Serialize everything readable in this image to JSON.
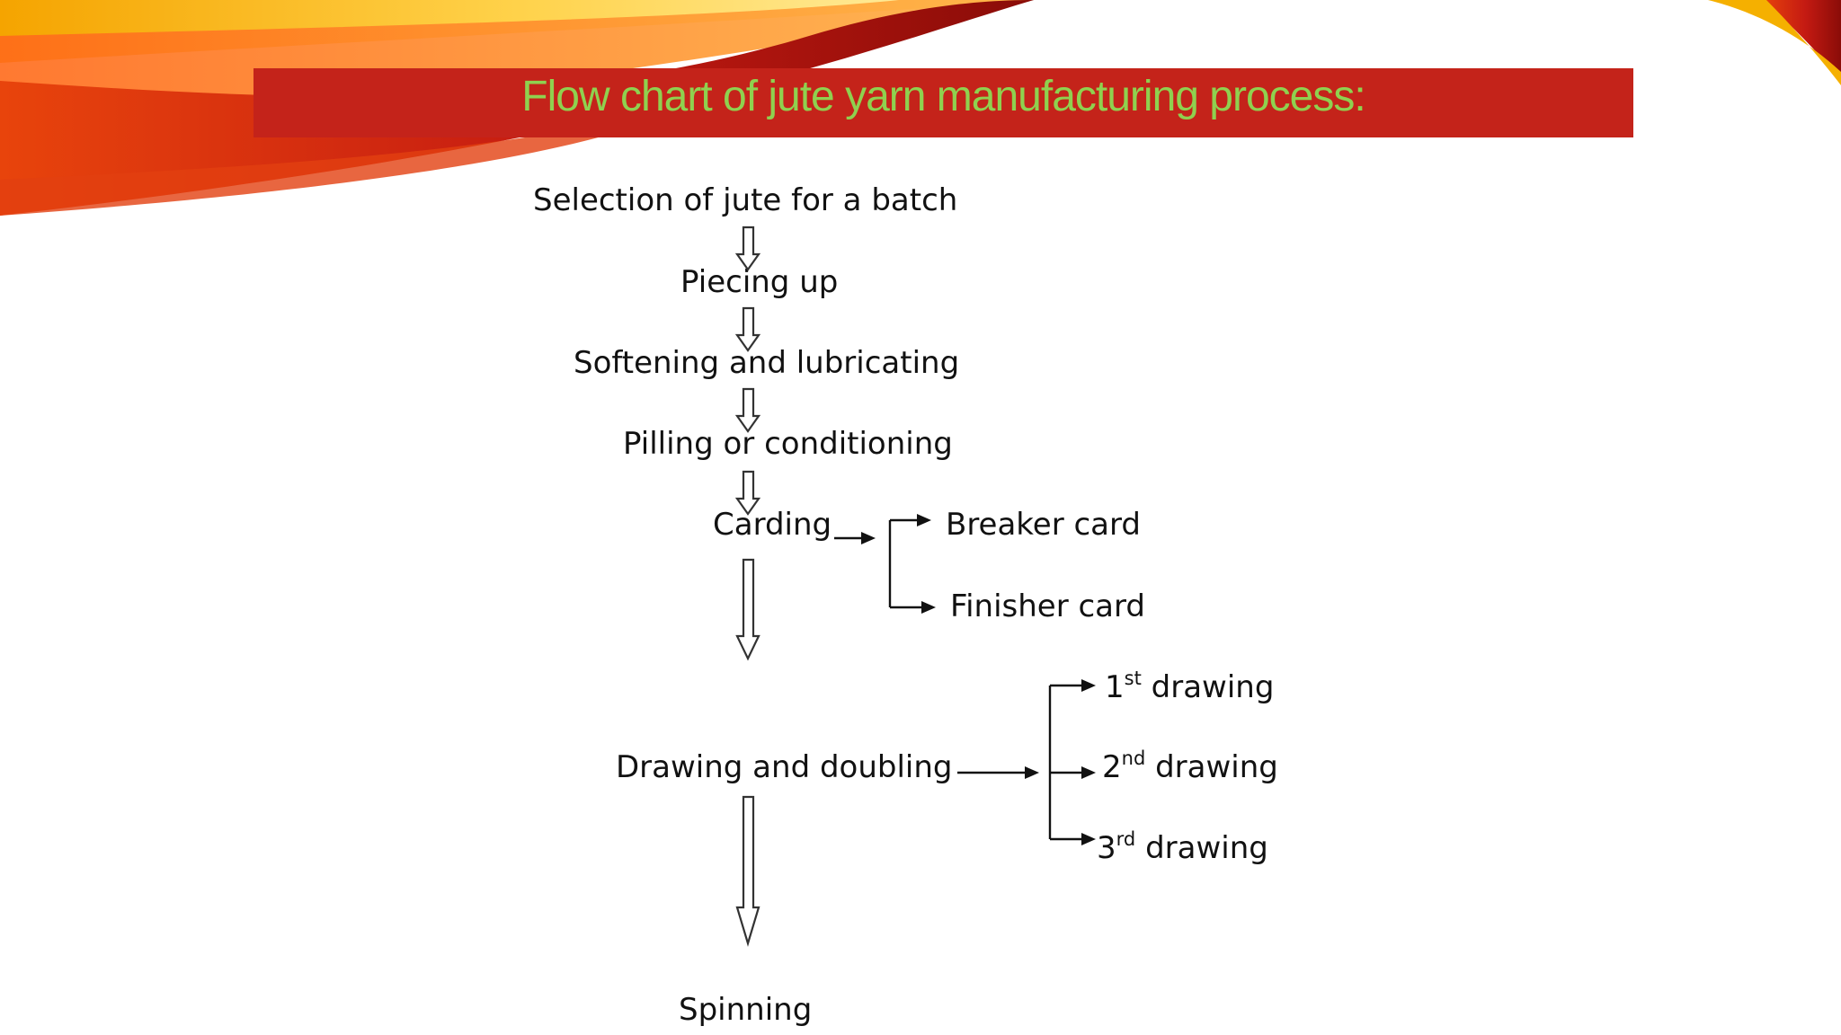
{
  "title": "Flow chart of jute yarn manufacturing process:",
  "steps": {
    "selection": "Selection of jute for a batch",
    "piecing": "Piecing up",
    "softening": "Softening and lubricating",
    "pilling": "Pilling or conditioning",
    "carding": "Carding",
    "drawing": "Drawing and doubling",
    "spinning": "Spinning"
  },
  "carding_branches": {
    "breaker": "Breaker card",
    "finisher": "Finisher card"
  },
  "drawing_branches": [
    {
      "num": "1",
      "suffix": "st",
      "label": "drawing"
    },
    {
      "num": "2",
      "suffix": "nd",
      "label": "drawing"
    },
    {
      "num": "3",
      "suffix": "rd",
      "label": "drawing"
    }
  ],
  "colors": {
    "title_bar": "#c4231a",
    "title_text": "#8fd14f"
  }
}
